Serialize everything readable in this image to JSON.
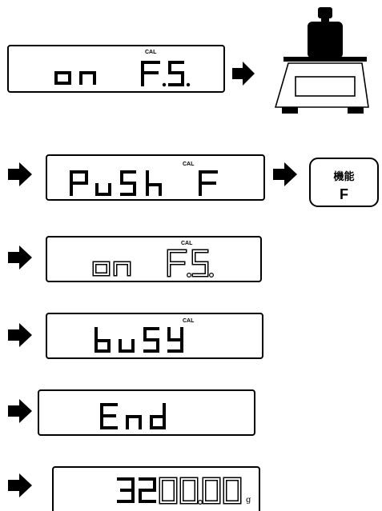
{
  "steps": [
    {
      "display": "on F.S.",
      "indicator": "CAL",
      "style": "solid",
      "leading_arrow": false
    },
    {
      "display": "Push F",
      "indicator": "CAL",
      "style": "solid",
      "leading_arrow": true
    },
    {
      "display": "on F.S.",
      "indicator": "CAL",
      "style": "outline",
      "leading_arrow": true
    },
    {
      "display": "busy",
      "indicator": "CAL",
      "style": "solid",
      "leading_arrow": true
    },
    {
      "display": "End",
      "indicator": "",
      "style": "solid",
      "leading_arrow": true
    },
    {
      "display": "3200.00",
      "indicator": "",
      "unit": "g",
      "style": "outline",
      "leading_arrow": true
    }
  ],
  "function_key": {
    "label_jp": "機能",
    "label": "F"
  },
  "icons": [
    "right-arrow-icon",
    "scale-with-weight-icon",
    "function-key-icon"
  ]
}
